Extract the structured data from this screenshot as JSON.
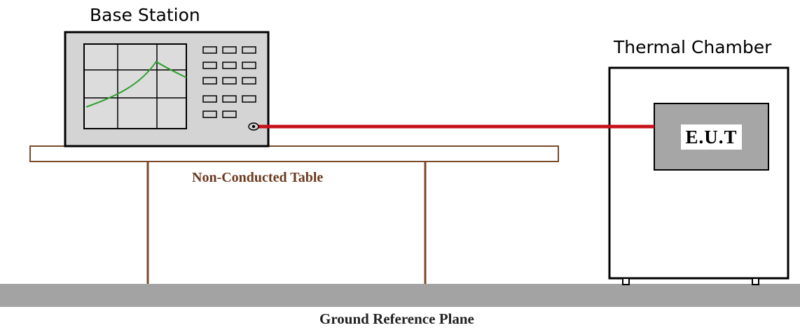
{
  "labels": {
    "base_station": "Base Station",
    "thermal_chamber": "Thermal Chamber",
    "eut": "E.U.T",
    "table": "Non-Conducted Table",
    "ground": "Ground Reference Plane"
  },
  "colors": {
    "cable": "#c8101a",
    "table_outline": "#7a4a2a",
    "table_label": "#6b3a1f",
    "ground_plane": "#a3a3a3",
    "eut_box": "#a6a6a6",
    "instrument_body": "#d4d4d4",
    "trace": "#2ca02c"
  },
  "icons": {
    "base_station": "spectrum-analyzer-icon",
    "connector": "rf-port-icon"
  }
}
